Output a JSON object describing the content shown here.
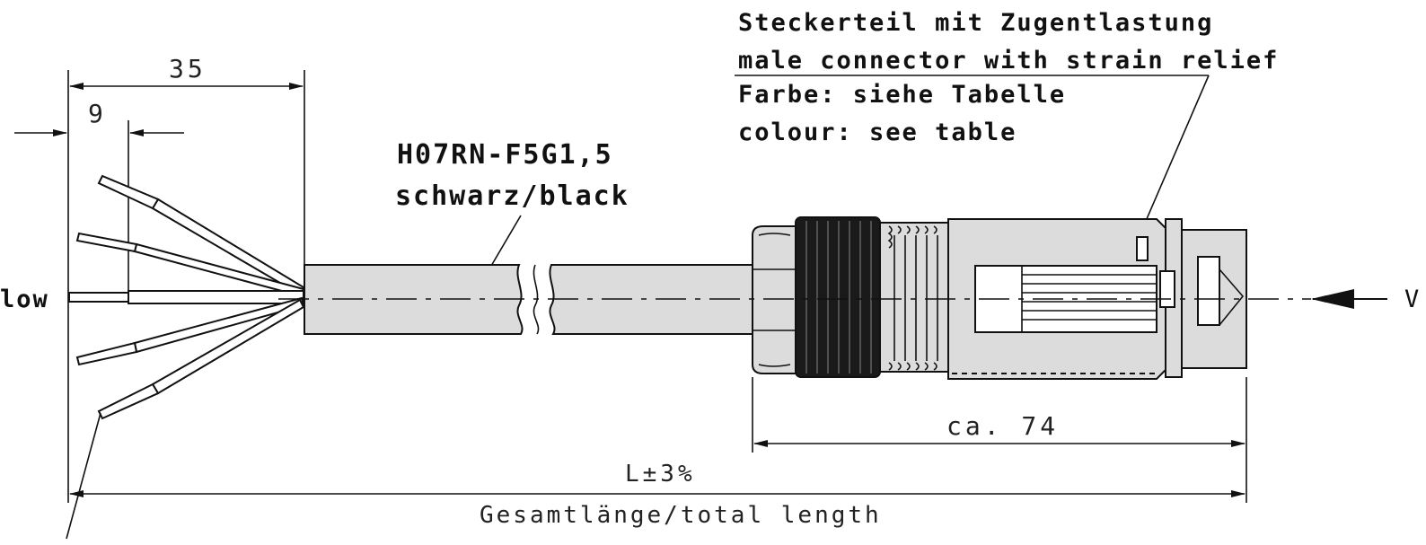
{
  "labels": {
    "connector_de": "Steckerteil mit Zugentlastung",
    "connector_en": "male connector with strain relief",
    "colour_de": "Farbe: siehe Tabelle",
    "colour_en": "colour: see table",
    "cable_type": "H07RN-F5G1,5",
    "cable_colour": "schwarz/black",
    "left_partial": "low",
    "right_partial": "V",
    "total_length": "Gesamtlänge/total length"
  },
  "dimensions": {
    "strip_length": "35",
    "wire_strip": "9",
    "connector_length": "ca. 74",
    "total_tolerance": "L±3%"
  },
  "colors": {
    "line": "#111111",
    "cable_fill": "#dcdcdc",
    "nut_fill": "#1a1a1a",
    "background": "#ffffff"
  }
}
